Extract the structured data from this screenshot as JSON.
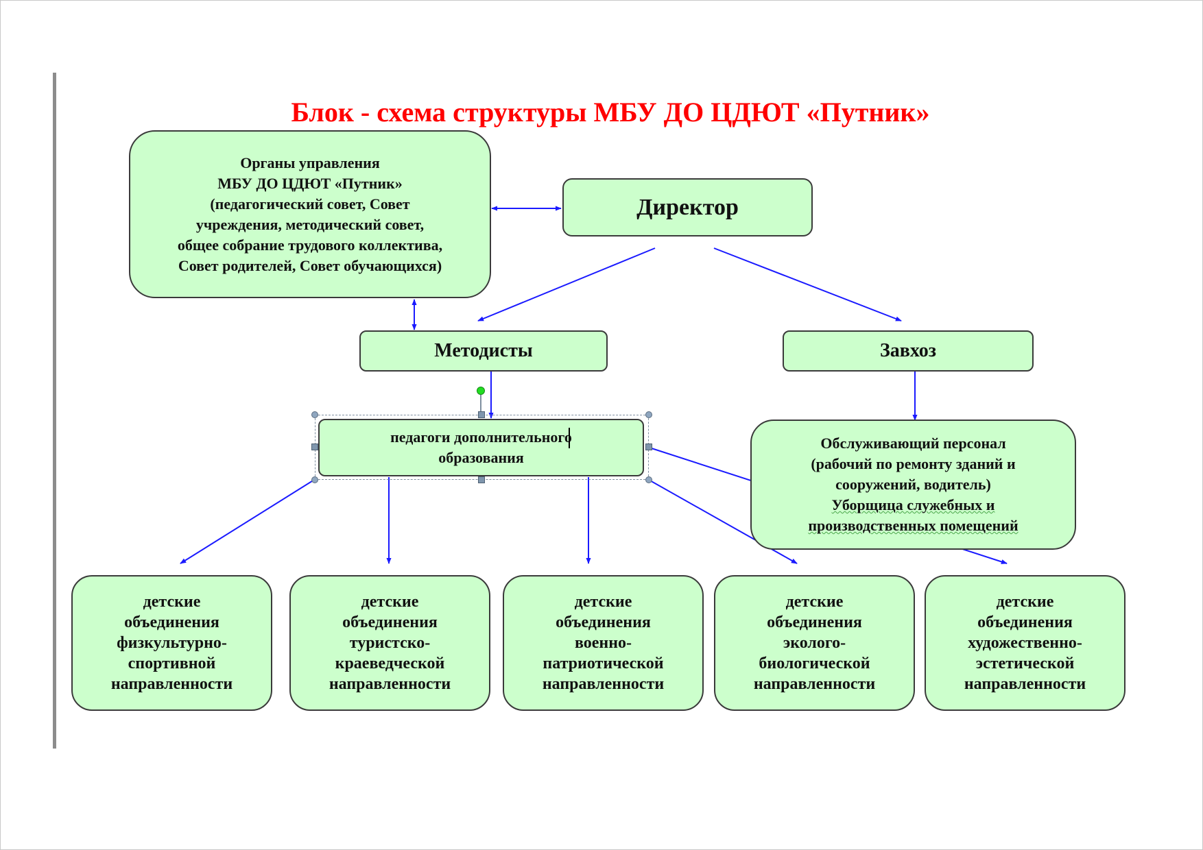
{
  "title": "Блок - схема структуры  МБУ ДО ЦДЮТ «Путник»",
  "nodes": {
    "governance": "Органы управления\nМБУ ДО ЦДЮТ «Путник»\n(педагогический совет, Совет\nучреждения, методический совет,\nобщее собрание трудового коллектива,\nСовет родителей, Совет обучающихся)",
    "director": "Директор",
    "methodists": "Методисты",
    "zavhoz": "Завхоз",
    "teachers": "педагоги дополнительного\nобразования",
    "service_staff": {
      "line1": "Обслуживающий персонал",
      "line2": "(рабочий по ремонту зданий и",
      "line3": "сооружений, водитель)",
      "line4": "Уборщица служебных и",
      "line5": "производственных помещений"
    },
    "unions": [
      "детские\nобъединения\nфизкультурно-\nспортивной\nнаправленности",
      "детские\nобъединения\nтуристско-\nкраеведческой\nнаправленности",
      "детские\nобъединения\nвоенно-\nпатриотической\nнаправленности",
      "детские\nобъединения\nэколого-\nбиологической\nнаправленности",
      "детские\nобъединения\nхудожественно-\nэстетической\nнаправленности"
    ]
  },
  "colors": {
    "box_fill": "#ccffcc",
    "box_border": "#3a3a3a",
    "arrow": "#1a1aff",
    "title": "#ff0000"
  }
}
